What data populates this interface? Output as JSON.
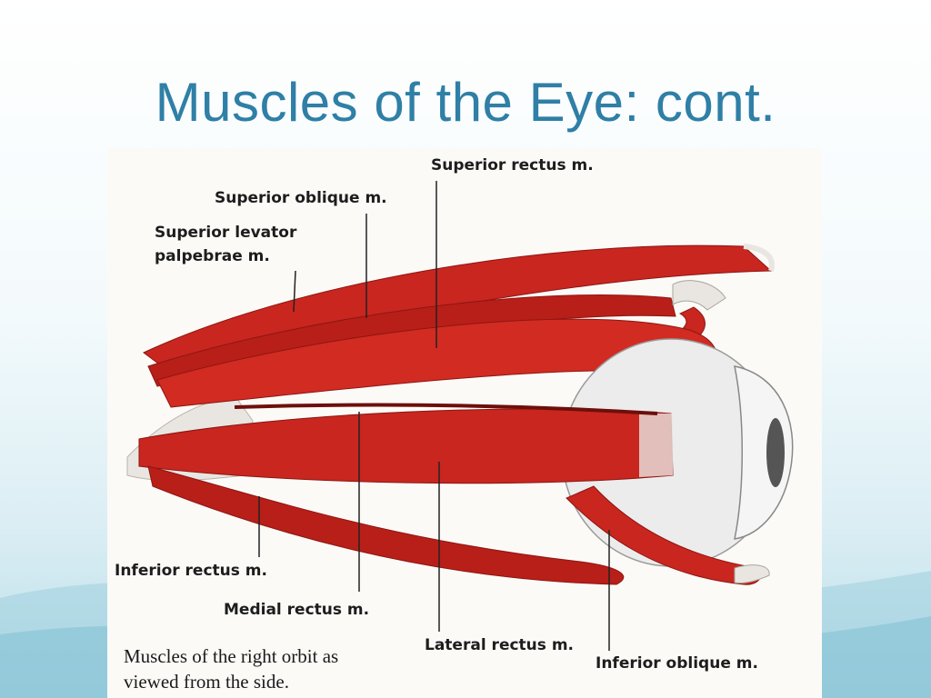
{
  "slide": {
    "title": "Muscles of the Eye: cont."
  },
  "figure": {
    "labels": {
      "superior_rectus": "Superior rectus m.",
      "superior_oblique": "Superior oblique m.",
      "levator_line1": "Superior levator",
      "levator_line2": "palpebrae m.",
      "inferior_rectus": "Inferior rectus m.",
      "medial_rectus": "Medial rectus m.",
      "lateral_rectus": "Lateral rectus m.",
      "inferior_oblique": "Inferior oblique m."
    },
    "caption_line1": "Muscles of the right orbit as",
    "caption_line2": "viewed from the side."
  },
  "colors": {
    "title": "#2f7fa6",
    "muscle": "#c8261f",
    "muscle_dark": "#8e1612",
    "tendon": "#e9e6e1",
    "eyeball": "#ececec"
  }
}
